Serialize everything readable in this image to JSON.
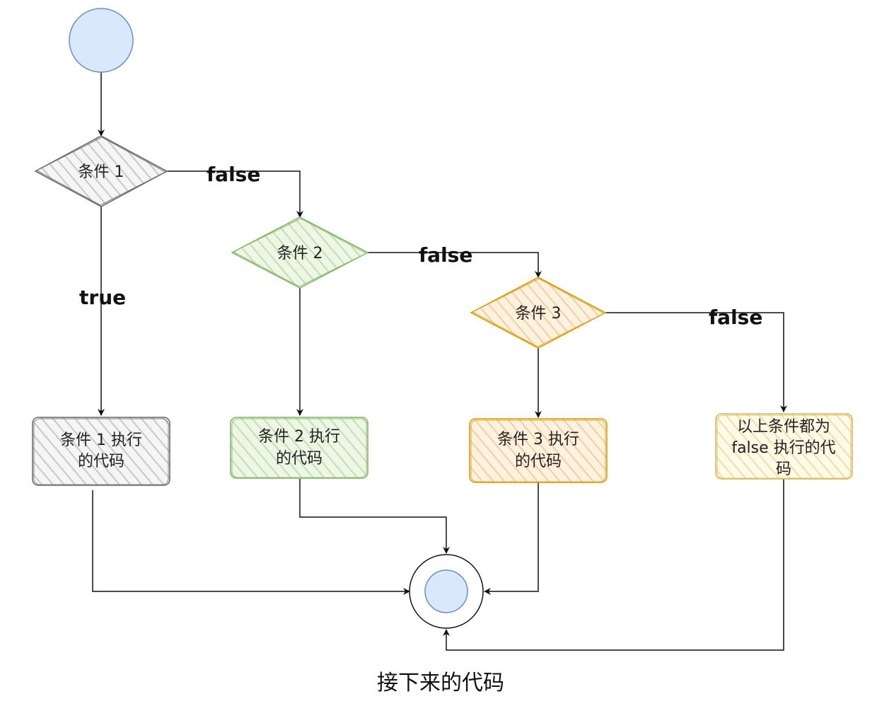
{
  "diagram": {
    "colors": {
      "start_fill": "#dae8fc",
      "start_stroke": "#6c8ebf",
      "gray_fill": "#f5f5f5",
      "gray_stroke": "#666666",
      "gray_hatch": "#c8c8c8",
      "green_fill": "#e6f2dc",
      "green_stroke": "#82b366",
      "green_hatch": "#c3dfb1",
      "orange_fill": "#fdebd0",
      "orange_stroke": "#d79b00",
      "orange_hatch": "#f6cf94",
      "yellow_fill": "#fff6d5",
      "yellow_stroke": "#d6b656",
      "yellow_hatch": "#f3df9c",
      "edge": "#111111"
    },
    "decisions": [
      {
        "id": "cond1",
        "label": "条件 1"
      },
      {
        "id": "cond2",
        "label": "条件 2"
      },
      {
        "id": "cond3",
        "label": "条件 3"
      }
    ],
    "blocks": [
      {
        "id": "block1",
        "lines": [
          "条件 1 执行",
          "的代码"
        ]
      },
      {
        "id": "block2",
        "lines": [
          "条件 2 执行",
          "的代码"
        ]
      },
      {
        "id": "block3",
        "lines": [
          "条件 3 执行",
          "的代码"
        ]
      },
      {
        "id": "block4",
        "lines": [
          "以上条件都为",
          "false 执行的代",
          "码"
        ]
      }
    ],
    "edge_labels": {
      "false1": "false",
      "false2": "false",
      "false3": "false",
      "true1": "true"
    },
    "end_caption": "接下来的代码"
  }
}
